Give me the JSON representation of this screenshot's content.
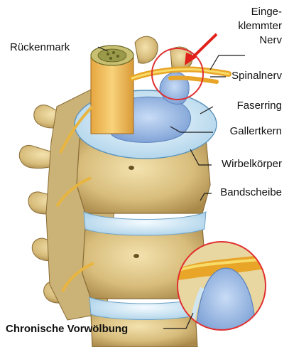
{
  "labels": {
    "rueckenmark": "Rückenmark",
    "eingeklemmter_1": "Einge-",
    "eingeklemmter_2": "klemmter",
    "eingeklemmter_3": "Nerv",
    "spinalnerv": "Spinalnerv",
    "faserring": "Faserring",
    "gallertkern": "Gallertkern",
    "wirbelkoerper": "Wirbelkörper",
    "bandscheibe": "Bandscheibe",
    "chronische_vorwoelbung": "Chronische Vorwölbung"
  },
  "colors": {
    "bone": "#ddc68a",
    "bone_shadow": "#a88a4a",
    "disc_ring": "#cfe6f2",
    "disc_core": "#8fb2e0",
    "cord": "#f0c060",
    "nerve": "#f2c230",
    "highlight_circle": "#e03030",
    "arrow": "#e0201a"
  }
}
